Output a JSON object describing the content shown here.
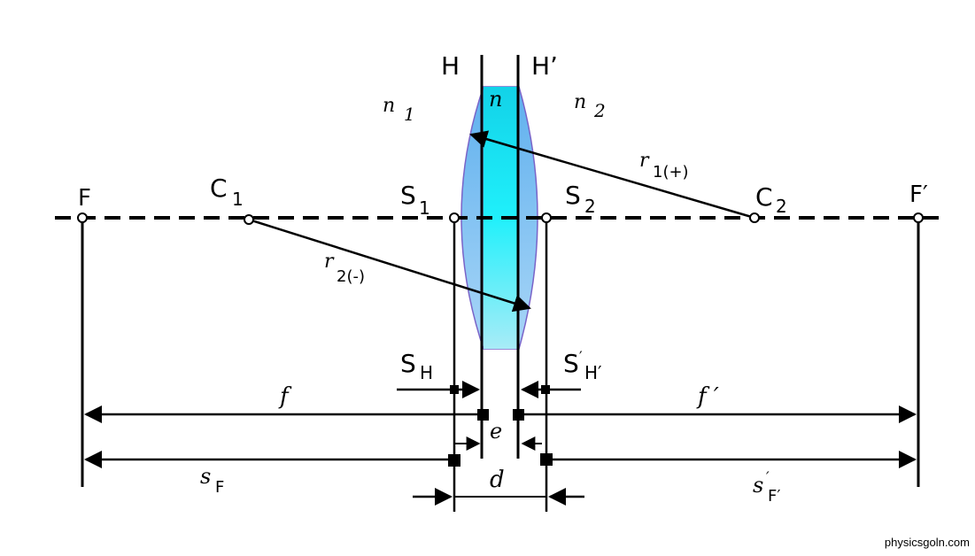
{
  "labels": {
    "H": "H",
    "H_prime": "H’",
    "n1": "n",
    "n1_sub": "1",
    "n": "n",
    "n2": "n",
    "n2_sub": "2",
    "r1": "r",
    "r1_sub": "1(+)",
    "r2": "r",
    "r2_sub": "2(-)",
    "F": "F",
    "F_prime": "F′",
    "C1": "C",
    "C1_sub": "1",
    "C2": "C",
    "C2_sub": "2",
    "S1": "S",
    "S1_sub": "1",
    "S2": "S",
    "S2_sub": "2",
    "SH": "S",
    "SH_sub": "H",
    "SH_prime": "S",
    "SH_prime_sub": "H′",
    "SH_prime_mark": "′",
    "f": "f",
    "f_prime": "f ′",
    "e": "e",
    "d": "d",
    "sF": "s",
    "sF_sub": "F",
    "sF_prime": "s",
    "sF_prime_mark": "′",
    "sF_prime_sub": "F′"
  },
  "credit": "physicsgoln.com",
  "colors": {
    "lens_outer": "#8fc8f2",
    "lens_inner": "#17e6f5",
    "lens_edge": "#7a64c8",
    "line": "#000000"
  }
}
